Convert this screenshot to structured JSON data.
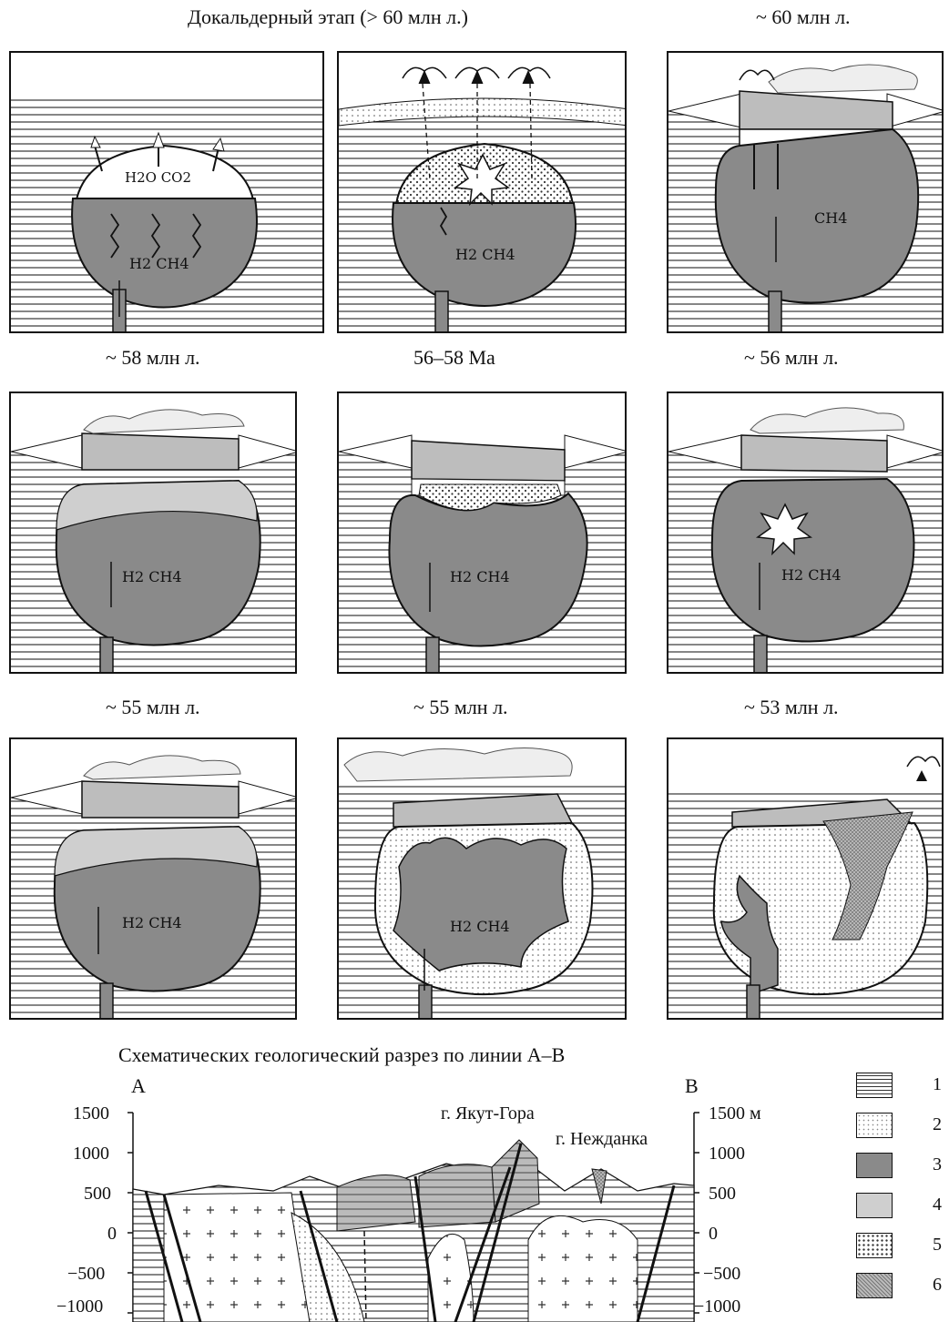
{
  "panels": [
    {
      "title": "Докальдерный этап (> 60 млн л.)",
      "gas": "H2 CH4",
      "gas_top": "H2O CO2"
    },
    {
      "title": "~ 60 млн л.",
      "gas": "CH4"
    },
    {
      "title": "~ 58 млн л.",
      "gas": "H2 CH4"
    },
    {
      "title": "56–58 Ма",
      "gas": "H2 CH4"
    },
    {
      "title": "~ 56 млн л.",
      "gas": "H2 CH4"
    },
    {
      "title": "~ 55 млн л.",
      "gas": "H2 CH4"
    },
    {
      "title": "~ 55 млн л.",
      "gas": "H2 CH4"
    },
    {
      "title": "~ 53 млн л."
    }
  ],
  "row1_second_gas": "H2 CH4",
  "section": {
    "title": "Схематических геологический разрез по линии А–В",
    "left_end": "А",
    "right_end": "В",
    "peak1": "г. Якут-Гора",
    "peak2": "г. Нежданка",
    "left_ticks": [
      "1500",
      "1000",
      "500",
      "0",
      "−500",
      "−1000"
    ],
    "right_ticks": [
      "1500 м",
      "1000",
      "500",
      "0",
      "−500",
      "−1000"
    ]
  },
  "legend": [
    "1",
    "2",
    "3",
    "4",
    "5",
    "6"
  ],
  "colors": {
    "magma": "#8a8a8a",
    "light": "#cfcfcf",
    "ink": "#111111"
  }
}
